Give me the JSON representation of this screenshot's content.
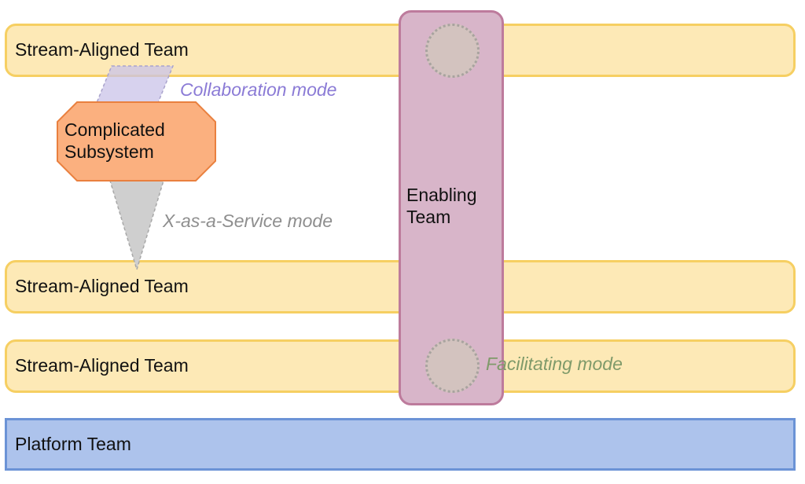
{
  "stream_aligned_teams": [
    {
      "label": "Stream-Aligned Team"
    },
    {
      "label": "Stream-Aligned Team"
    },
    {
      "label": "Stream-Aligned Team"
    }
  ],
  "platform_team": {
    "label": "Platform Team"
  },
  "enabling_team": {
    "label": "Enabling\nTeam"
  },
  "complicated_subsystem": {
    "label": "Complicated\nSubsystem"
  },
  "interaction_modes": {
    "collaboration": "Collaboration mode",
    "x_as_a_service": "X-as-a-Service mode",
    "facilitating": "Facilitating mode"
  },
  "colors": {
    "stream_fill": "#fde9b6",
    "stream_border": "#f6cf62",
    "platform_fill": "#adc3ec",
    "platform_border": "#6b93d6",
    "enabling_fill": "#d8b5c9",
    "enabling_border": "#bd7b9c",
    "subsystem_fill": "#fbb07f",
    "subsystem_border": "#e9803f",
    "collaboration": "#8b7bd6",
    "x_as_a_service": "#8e8e8e",
    "facilitating": "#7f9a6a"
  }
}
